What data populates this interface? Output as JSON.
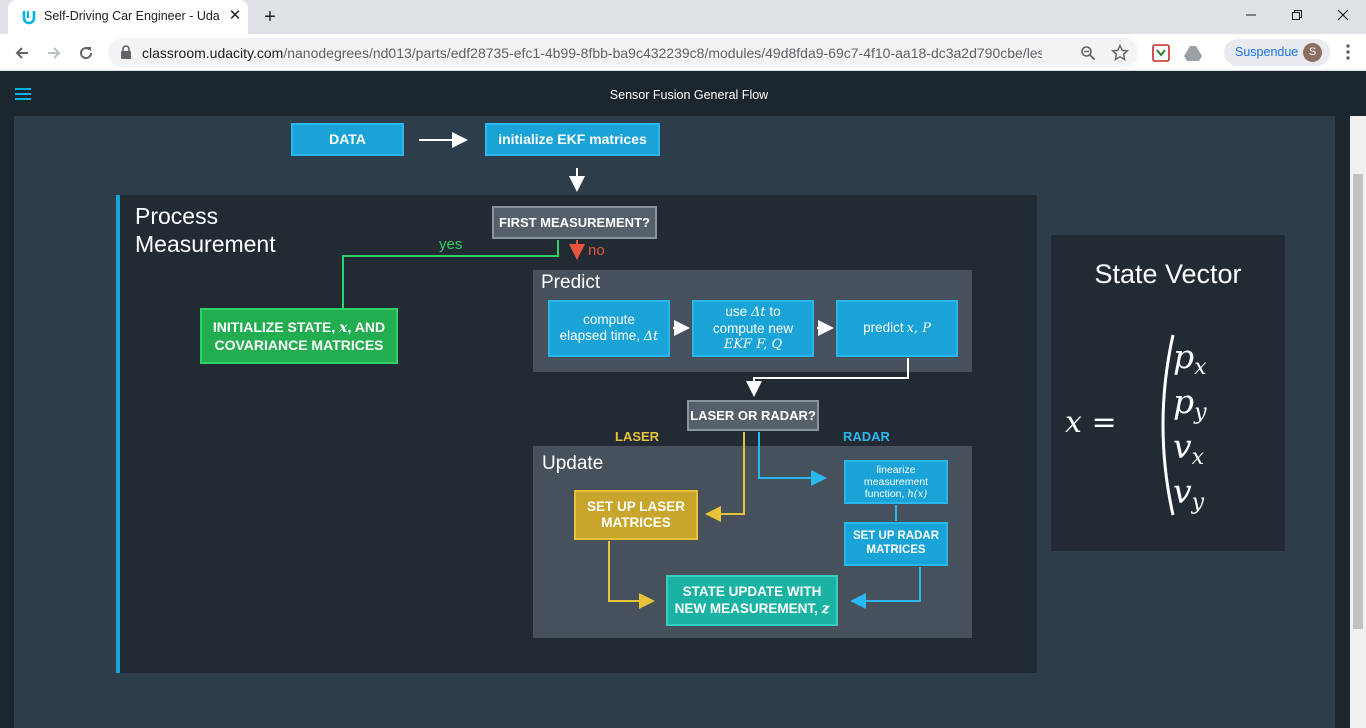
{
  "browser": {
    "tab_title": "Self-Driving Car Engineer - Udaci",
    "tab_close": "✕",
    "new_tab": "+",
    "url_host": "classroom.udacity.com",
    "url_path": "/nanodegrees/nd013/parts/edf28735-efc1-4b99-8fbb-ba9c432239c8/modules/49d8fda9-69c7-4f10-aa18-dc3a2d790cbe/less...",
    "profile_label": "Suspendue",
    "avatar_initial": "S"
  },
  "header": {
    "lesson_title": "Sensor Fusion General Flow"
  },
  "diagram": {
    "data_box": "DATA",
    "init_ekf_box": "initialize EKF matrices",
    "process_title_line1": "Process",
    "process_title_line2": "Measurement",
    "first_measurement": "FIRST MEASUREMENT?",
    "yes_label": "yes",
    "no_label": "no",
    "init_state_line1_a": "INITIALIZE STATE, ",
    "init_state_line1_var": "x",
    "init_state_line1_b": ", AND",
    "init_state_line2": "COVARIANCE MATRICES",
    "predict_title": "Predict",
    "compute_line1": "compute",
    "compute_line2_a": "elapsed time, ",
    "compute_line2_var": "Δt",
    "use_line1_a": "use ",
    "use_line1_var": "Δt",
    "use_line1_b": " to",
    "use_line2": "compute new",
    "use_line3": "EKF F, Q",
    "predict_box_a": "predict ",
    "predict_box_var": "x, P",
    "laser_or_radar": "LASER OR RADAR?",
    "laser_label": "LASER",
    "radar_label": "RADAR",
    "update_title": "Update",
    "linearize_line1": "linearize",
    "linearize_line2": "measurement",
    "linearize_line3_a": "function, ",
    "linearize_line3_var": "h(x)",
    "setup_laser_line1": "SET UP LASER",
    "setup_laser_line2": "MATRICES",
    "setup_radar_line1": "SET UP RADAR",
    "setup_radar_line2": "MATRICES",
    "state_update_line1": "STATE UPDATE WITH",
    "state_update_line2_a": "NEW MEASUREMENT, ",
    "state_update_line2_var": "z"
  },
  "state_vector": {
    "title": "State Vector",
    "lhs": "x =",
    "components": [
      "px",
      "py",
      "vx",
      "vy"
    ],
    "component_main": [
      "p",
      "p",
      "v",
      "v"
    ],
    "component_sub": [
      "x",
      "y",
      "x",
      "y"
    ]
  },
  "colors": {
    "blue": "#1aa3d6",
    "green": "#22ad50",
    "gold": "#c8a52b",
    "teal": "#1ab3a3",
    "no_red": "#e8553a",
    "yes_green": "#2ed165"
  },
  "icons": [
    "udacity-logo-icon",
    "back-arrow-icon",
    "forward-arrow-icon",
    "reload-icon",
    "lock-icon",
    "zoom-icon",
    "star-icon",
    "extension-icon",
    "drive-icon",
    "menu-dots-icon",
    "hamburger-icon"
  ]
}
